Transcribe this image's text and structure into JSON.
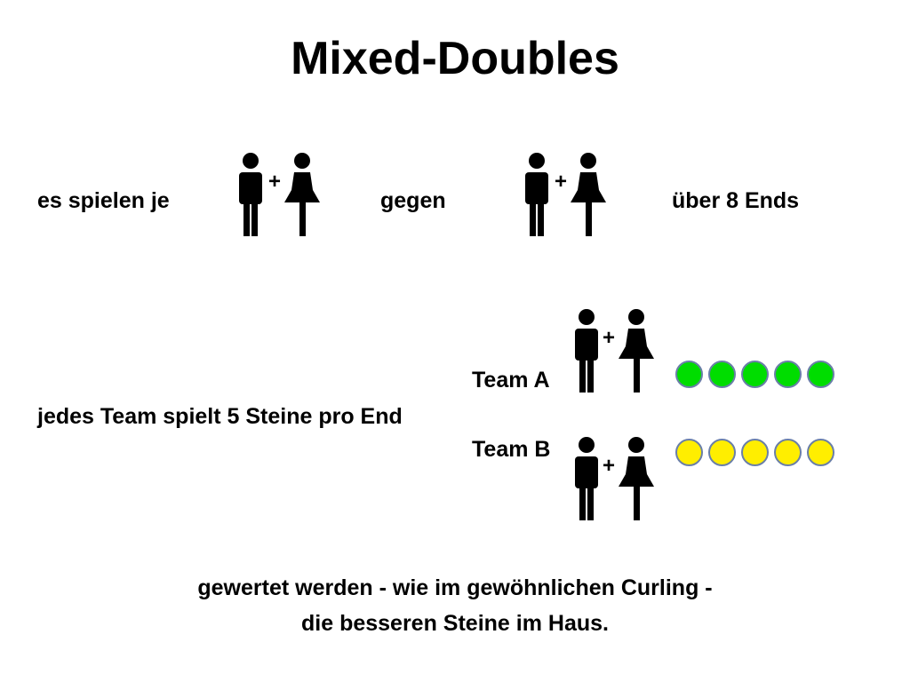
{
  "title": "Mixed-Doubles",
  "row1": {
    "text_left": "es spielen je",
    "text_middle": "gegen",
    "text_right": "über 8 Ends",
    "plus": "+"
  },
  "row2": {
    "text": "jedes Team spielt 5 Steine pro End",
    "team_a": {
      "label": "Team A",
      "plus": "+",
      "stone_color": "#00dd00",
      "stone_count": 5
    },
    "team_b": {
      "label": "Team B",
      "plus": "+",
      "stone_color": "#ffee00",
      "stone_count": 5
    }
  },
  "footer": {
    "line1": "gewertet werden - wie im gewöhnlichen Curling -",
    "line2": "die besseren Steine im Haus."
  },
  "icons": {
    "man": "man-icon",
    "woman": "woman-icon"
  },
  "colors": {
    "text": "#000000",
    "stone_border": "#6a7fa8"
  }
}
